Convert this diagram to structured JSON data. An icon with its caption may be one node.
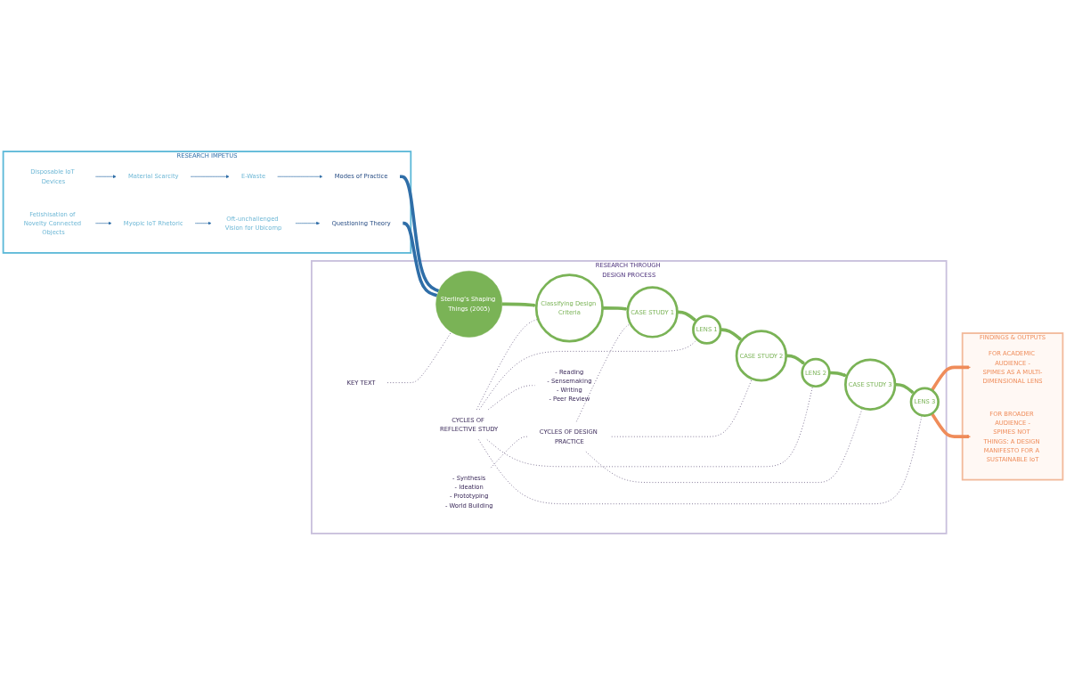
{
  "diagram": {
    "nodes": [
      {
        "text": [
          "RESEARCH IMPETUS"
        ]
      },
      {
        "text": [
          "Disposable IoT Devices"
        ],
        "in": 0
      },
      {
        "text": [
          "Material Scarcity"
        ],
        "in": 0
      },
      {
        "text": [
          "E-Waste"
        ],
        "in": 0
      },
      {
        "text": [
          "Modes of Practice"
        ],
        "in": 0
      },
      {
        "text": [
          "Questioning Theory"
        ],
        "in": 0
      },
      {
        "text": [
          "Oft-unchallenged Vision for Ubicomp"
        ],
        "in": 0
      },
      {
        "text": [
          "Myopic IoT Rhetoric"
        ],
        "in": 0
      },
      {
        "text": [
          "Fetishisation of Novelty Connected Objects"
        ],
        "in": 0
      },
      {
        "text": [
          "RESEARCH THROUGH DESIGN PROCESS"
        ]
      },
      {
        "text": [
          "KEY TEXT"
        ],
        "in": 9
      },
      {
        "text": [
          "Sterling’s Shaping Things (2005)"
        ],
        "in": 9
      },
      {
        "text": [
          "Classifying Design Criteria"
        ],
        "in": 9
      },
      {
        "text": [
          "CASE STUDY 1"
        ],
        "in": 9
      },
      {
        "text": [
          "LENS 1"
        ],
        "in": 9
      },
      {
        "text": [
          "CASE STUDY 2"
        ],
        "in": 9
      },
      {
        "text": [
          "LENS 2"
        ],
        "in": 9
      },
      {
        "text": [
          "CASE STUDY 3"
        ],
        "in": 9
      },
      {
        "text": [
          "LENS 3"
        ],
        "in": 9
      },
      {
        "text": [
          "- Synthesis",
          "- Ideation",
          "- Prototyping",
          "- World Building"
        ],
        "in": 9
      },
      {
        "text": [
          "CYCLES OF DESIGN PRACTICE"
        ],
        "in": 9
      },
      {
        "text": [
          "CYCLES OF REFLECTIVE STUDY"
        ],
        "in": 9
      },
      {
        "text": [
          "- Reading",
          "- Sensemaking",
          "- Writing",
          "- Peer Review"
        ],
        "in": 9
      },
      {
        "text": [
          "FINDINGS & OUTPUTS"
        ]
      },
      {
        "text": [
          "FOR ACADEMIC AUDIENCE -",
          "SPIMES AS A MULTI-DIMENSIONAL LENS"
        ],
        "in": 23
      },
      {
        "text": [
          "FOR BROADER AUDIENCE -",
          "SPIMES NOT THINGS: A DESIGN MANIFESTO FOR A SUSTAINABLE IoT"
        ],
        "in": 23
      }
    ],
    "edges": [
      {
        "from": 1,
        "to": 2,
        "arrow": "to",
        "color": "#2f6ea8"
      },
      {
        "from": 2,
        "to": 3,
        "arrow": "to",
        "color": "#2f6ea8"
      },
      {
        "from": 3,
        "to": 4,
        "arrow": "to",
        "color": "#2f6ea8"
      },
      {
        "from": 8,
        "to": 7,
        "arrow": "to",
        "color": "#2f6ea8"
      },
      {
        "from": 7,
        "to": 6,
        "arrow": "to",
        "color": "#2f6ea8"
      },
      {
        "from": 6,
        "to": 5,
        "arrow": "to",
        "color": "#2f6ea8"
      },
      {
        "from": 4,
        "to": 11,
        "arrow": "none",
        "style": "thick",
        "color": "#2f6ea8"
      },
      {
        "from": 5,
        "to": 11,
        "arrow": "none",
        "style": "thick",
        "color": "#2f6ea8"
      },
      {
        "from": 10,
        "to": 11,
        "arrow": "none",
        "style": "dashed"
      },
      {
        "from": 11,
        "to": 12,
        "arrow": "to",
        "style": "thick",
        "color": "#7ab356"
      },
      {
        "from": 12,
        "to": 13,
        "arrow": "to",
        "style": "thick",
        "color": "#7ab356"
      },
      {
        "from": 13,
        "to": 14,
        "arrow": "to",
        "style": "thick",
        "color": "#7ab356"
      },
      {
        "from": 14,
        "to": 15,
        "arrow": "to",
        "style": "thick",
        "color": "#7ab356"
      },
      {
        "from": 15,
        "to": 16,
        "arrow": "to",
        "style": "thick",
        "color": "#7ab356"
      },
      {
        "from": 16,
        "to": 17,
        "arrow": "to",
        "style": "thick",
        "color": "#7ab356"
      },
      {
        "from": 17,
        "to": 18,
        "arrow": "to",
        "style": "thick",
        "color": "#7ab356"
      },
      {
        "from": 18,
        "to": 24,
        "arrow": "to",
        "style": "thick",
        "color": "#ef8c5a"
      },
      {
        "from": 18,
        "to": 25,
        "arrow": "to",
        "style": "thick",
        "color": "#ef8c5a"
      },
      {
        "from": 19,
        "to": 20,
        "arrow": "none",
        "style": "dashed"
      },
      {
        "from": 20,
        "to": 13,
        "arrow": "none",
        "style": "dashed"
      },
      {
        "from": 20,
        "to": 15,
        "arrow": "none",
        "style": "dashed"
      },
      {
        "from": 20,
        "to": 17,
        "arrow": "none",
        "style": "dashed"
      },
      {
        "from": 21,
        "to": 12,
        "arrow": "none",
        "style": "dashed"
      },
      {
        "from": 21,
        "to": 14,
        "arrow": "none",
        "style": "dashed"
      },
      {
        "from": 21,
        "to": 16,
        "arrow": "none",
        "style": "dashed"
      },
      {
        "from": 21,
        "to": 18,
        "arrow": "none",
        "style": "dashed"
      },
      {
        "from": 21,
        "to": 22,
        "arrow": "none",
        "style": "dashed"
      }
    ]
  }
}
